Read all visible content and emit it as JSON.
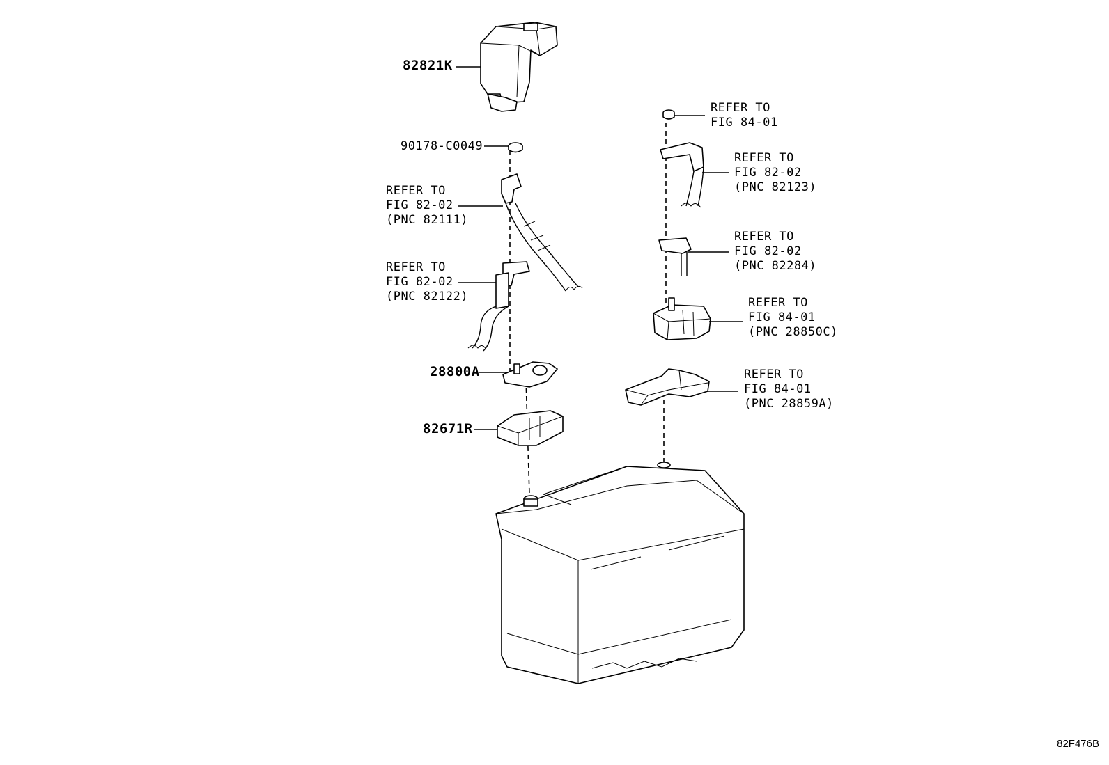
{
  "labels": {
    "p82821k": "82821K",
    "p90178": "90178-C0049",
    "p28800a": "28800A",
    "p82671r": "82671R",
    "ref_82111": [
      "REFER TO",
      "FIG 82-02",
      "(PNC 82111)"
    ],
    "ref_82122": [
      "REFER TO",
      "FIG 82-02",
      "(PNC 82122)"
    ],
    "ref_nut": [
      "REFER TO",
      "FIG 84-01"
    ],
    "ref_82123": [
      "REFER TO",
      "FIG 82-02",
      "(PNC 82123)"
    ],
    "ref_82284": [
      "REFER TO",
      "FIG 82-02",
      "(PNC 82284)"
    ],
    "ref_28850c": [
      "REFER TO",
      "FIG 84-01",
      "(PNC 28850C)"
    ],
    "ref_28859a": [
      "REFER TO",
      "FIG 84-01",
      "(PNC 28859A)"
    ]
  },
  "figure_code": "82F476B"
}
